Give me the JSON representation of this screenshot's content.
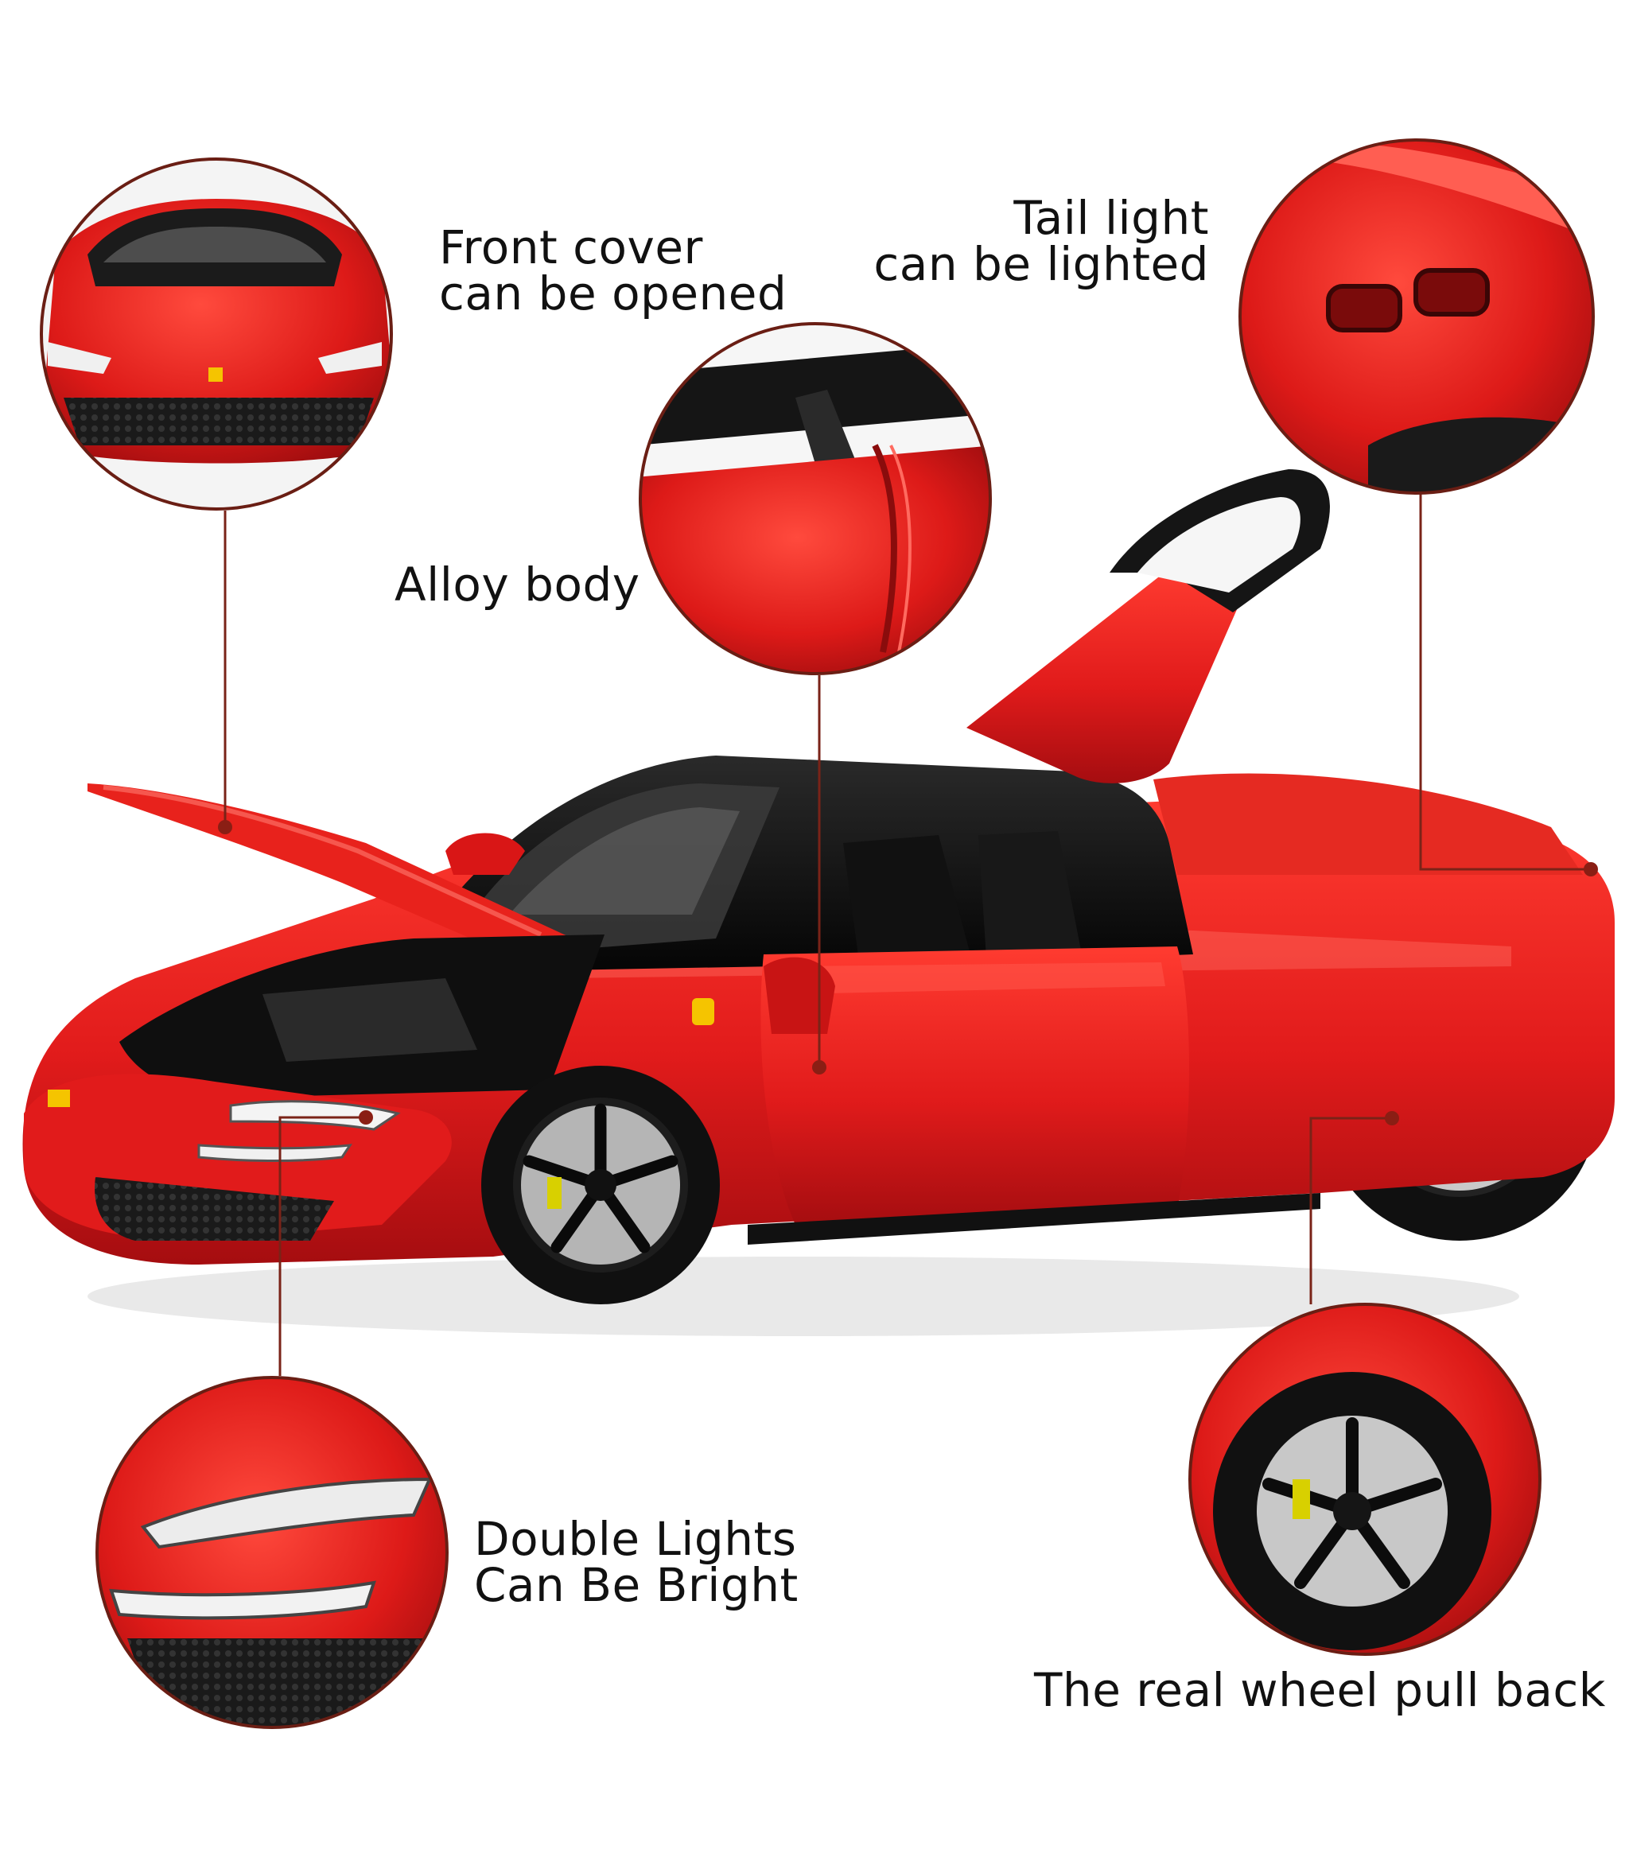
{
  "colors": {
    "car_red": "#e11b1b",
    "car_red_dark": "#a50d10",
    "roof_black": "#141414",
    "callout_line": "#7a2318",
    "circle_border": "#6a1e14",
    "text": "#111111"
  },
  "callouts": {
    "front_cover": {
      "line1": "Front cover",
      "line2": "can be opened"
    },
    "tail_light": {
      "line1": "Tail light",
      "line2": "can be lighted"
    },
    "alloy_body": {
      "text": "Alloy body"
    },
    "double_lights": {
      "line1": "Double Lights",
      "line2": "Can Be Bright"
    },
    "wheel": {
      "text": "The real wheel pull back"
    }
  }
}
